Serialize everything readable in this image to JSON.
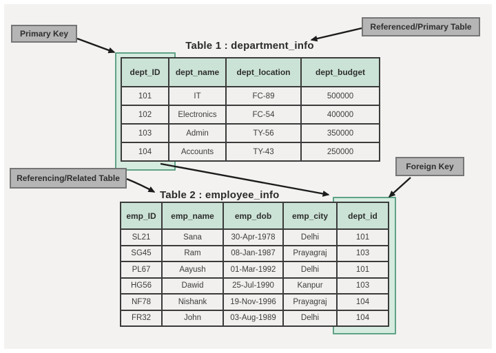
{
  "diagram": {
    "topic": "Primary Key and Foreign Key relationship between two tables"
  },
  "labels": {
    "primary_key": "Primary Key",
    "referenced_table": "Referenced/Primary Table",
    "referencing_table": "Referencing/Related Table",
    "foreign_key": "Foreign Key"
  },
  "table1": {
    "title": "Table 1 : department_info",
    "headers": [
      "dept_ID",
      "dept_name",
      "dept_location",
      "dept_budget"
    ],
    "rows": [
      [
        "101",
        "IT",
        "FC-89",
        "500000"
      ],
      [
        "102",
        "Electronics",
        "FC-54",
        "400000"
      ],
      [
        "103",
        "Admin",
        "TY-56",
        "350000"
      ],
      [
        "104",
        "Accounts",
        "TY-43",
        "250000"
      ]
    ],
    "highlighted_column": "dept_ID",
    "highlight_role": "Primary Key"
  },
  "table2": {
    "title": "Table 2 : employee_info",
    "headers": [
      "emp_ID",
      "emp_name",
      "emp_dob",
      "emp_city",
      "dept_id"
    ],
    "rows": [
      [
        "SL21",
        "Sana",
        "30-Apr-1978",
        "Delhi",
        "101"
      ],
      [
        "SG45",
        "Ram",
        "08-Jan-1987",
        "Prayagraj",
        "103"
      ],
      [
        "PL67",
        "Aayush",
        "01-Mar-1992",
        "Delhi",
        "101"
      ],
      [
        "HG56",
        "Dawid",
        "25-Jul-1990",
        "Kanpur",
        "103"
      ],
      [
        "NF78",
        "Nishank",
        "19-Nov-1996",
        "Prayagraj",
        "104"
      ],
      [
        "FR32",
        "John",
        "03-Aug-1989",
        "Delhi",
        "104"
      ]
    ],
    "highlighted_column": "dept_id",
    "highlight_role": "Foreign Key"
  },
  "colors": {
    "background": "#f3f2f0",
    "header_bg": "#cbe3d6",
    "cell_bg": "#f1f0ee",
    "table_border": "#3a3a3a",
    "highlight_border": "#5fa287",
    "highlight_fill": "#d6ebdf",
    "label_bg": "#b5b5b5",
    "label_border": "#757575",
    "arrow": "#1c1c1c"
  }
}
